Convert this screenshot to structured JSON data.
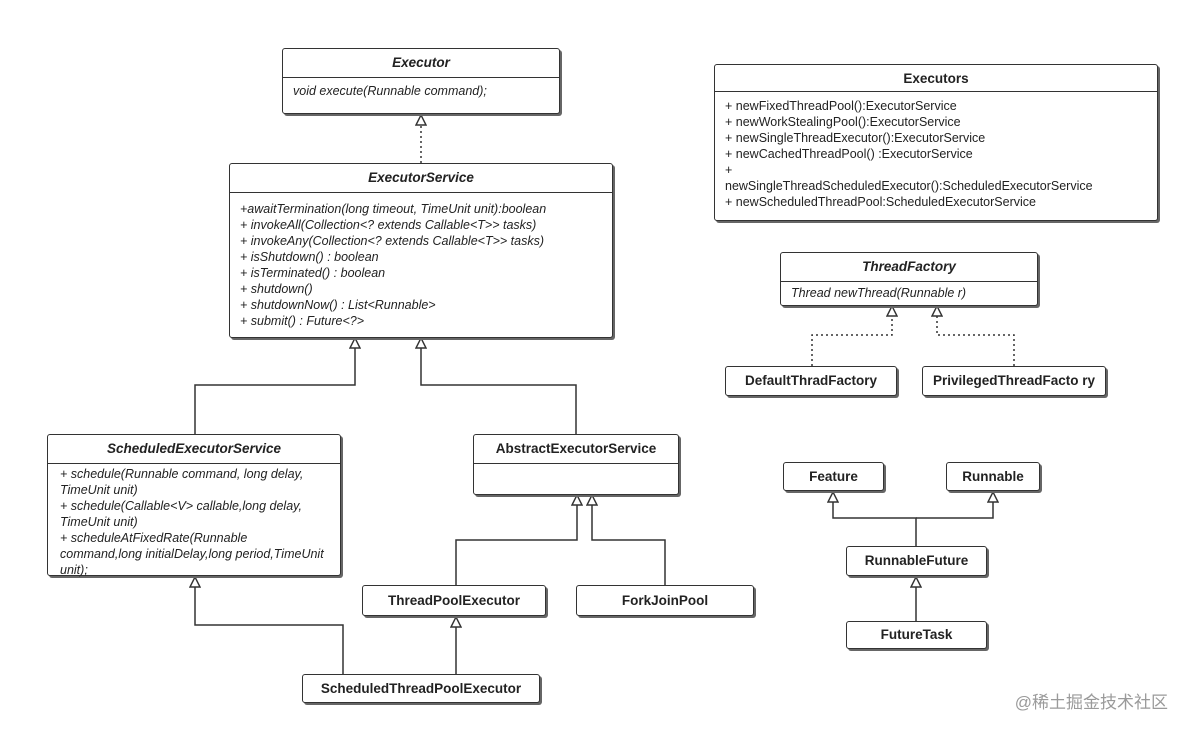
{
  "executor": {
    "name": "Executor",
    "methods": [
      "void execute(Runnable command);"
    ]
  },
  "executor_service": {
    "name": "ExecutorService",
    "methods": [
      "+awaitTermination(long timeout, TimeUnit unit):boolean",
      "+ invokeAll(Collection<? extends Callable<T>> tasks)",
      "+ invokeAny(Collection<? extends Callable<T>> tasks)",
      "+ isShutdown() : boolean",
      "+ isTerminated() : boolean",
      "+ shutdown()",
      "+ shutdownNow() : List<Runnable>",
      "+ submit() : Future<?>"
    ]
  },
  "scheduled_executor_service": {
    "name": "ScheduledExecutorService",
    "methods": [
      "+ schedule(Runnable command, long delay, TimeUnit unit)",
      "+ schedule(Callable<V> callable,long delay, TimeUnit unit)",
      "+ scheduleAtFixedRate(Runnable command,long initialDelay,long period,TimeUnit unit);"
    ]
  },
  "abstract_executor_service": {
    "name": "AbstractExecutorService"
  },
  "thread_pool_executor": {
    "name": "ThreadPoolExecutor"
  },
  "fork_join_pool": {
    "name": "ForkJoinPool"
  },
  "scheduled_thread_pool_executor": {
    "name": "ScheduledThreadPoolExecutor"
  },
  "executors": {
    "name": "Executors",
    "methods": [
      "+ newFixedThreadPool():ExecutorService",
      "+ newWorkStealingPool():ExecutorService",
      "+ newSingleThreadExecutor():ExecutorService",
      "+ newCachedThreadPool() :ExecutorService",
      "+",
      "newSingleThreadScheduledExecutor():ScheduledExecutorService",
      "+ newScheduledThreadPool:ScheduledExecutorService"
    ]
  },
  "thread_factory": {
    "name": "ThreadFactory",
    "methods": [
      "Thread newThread(Runnable r)"
    ]
  },
  "default_thread_factory": {
    "name": "DefaultThradFactory"
  },
  "privileged_thread_factory": {
    "name": "PrivilegedThreadFacto ry"
  },
  "feature": {
    "name": "Feature"
  },
  "runnable": {
    "name": "Runnable"
  },
  "runnable_future": {
    "name": "RunnableFuture"
  },
  "future_task": {
    "name": "FutureTask"
  },
  "watermark": "@稀土掘金技术社区"
}
